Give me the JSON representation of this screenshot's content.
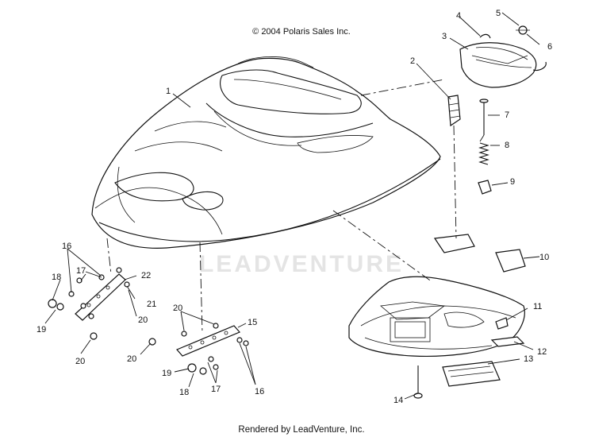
{
  "header": {
    "copyright": "© 2004 Polaris Sales Inc."
  },
  "footer": {
    "rendered_by": "Rendered by LeadVenture, Inc."
  },
  "watermark": {
    "text": "LEADVENTURE"
  },
  "callouts": {
    "c1": "1",
    "c2": "2",
    "c3": "3",
    "c4": "4",
    "c5": "5",
    "c6": "6",
    "c7": "7",
    "c8": "8",
    "c9": "9",
    "c10": "10",
    "c11": "11",
    "c12": "12",
    "c13": "13",
    "c14": "14",
    "c15": "15",
    "c16a": "16",
    "c16b": "16",
    "c17a": "17",
    "c17b": "17",
    "c18a": "18",
    "c18b": "18",
    "c19a": "19",
    "c19b": "19",
    "c20a": "20",
    "c20b": "20",
    "c20c": "20",
    "c20d": "20",
    "c21": "21",
    "c22": "22"
  }
}
